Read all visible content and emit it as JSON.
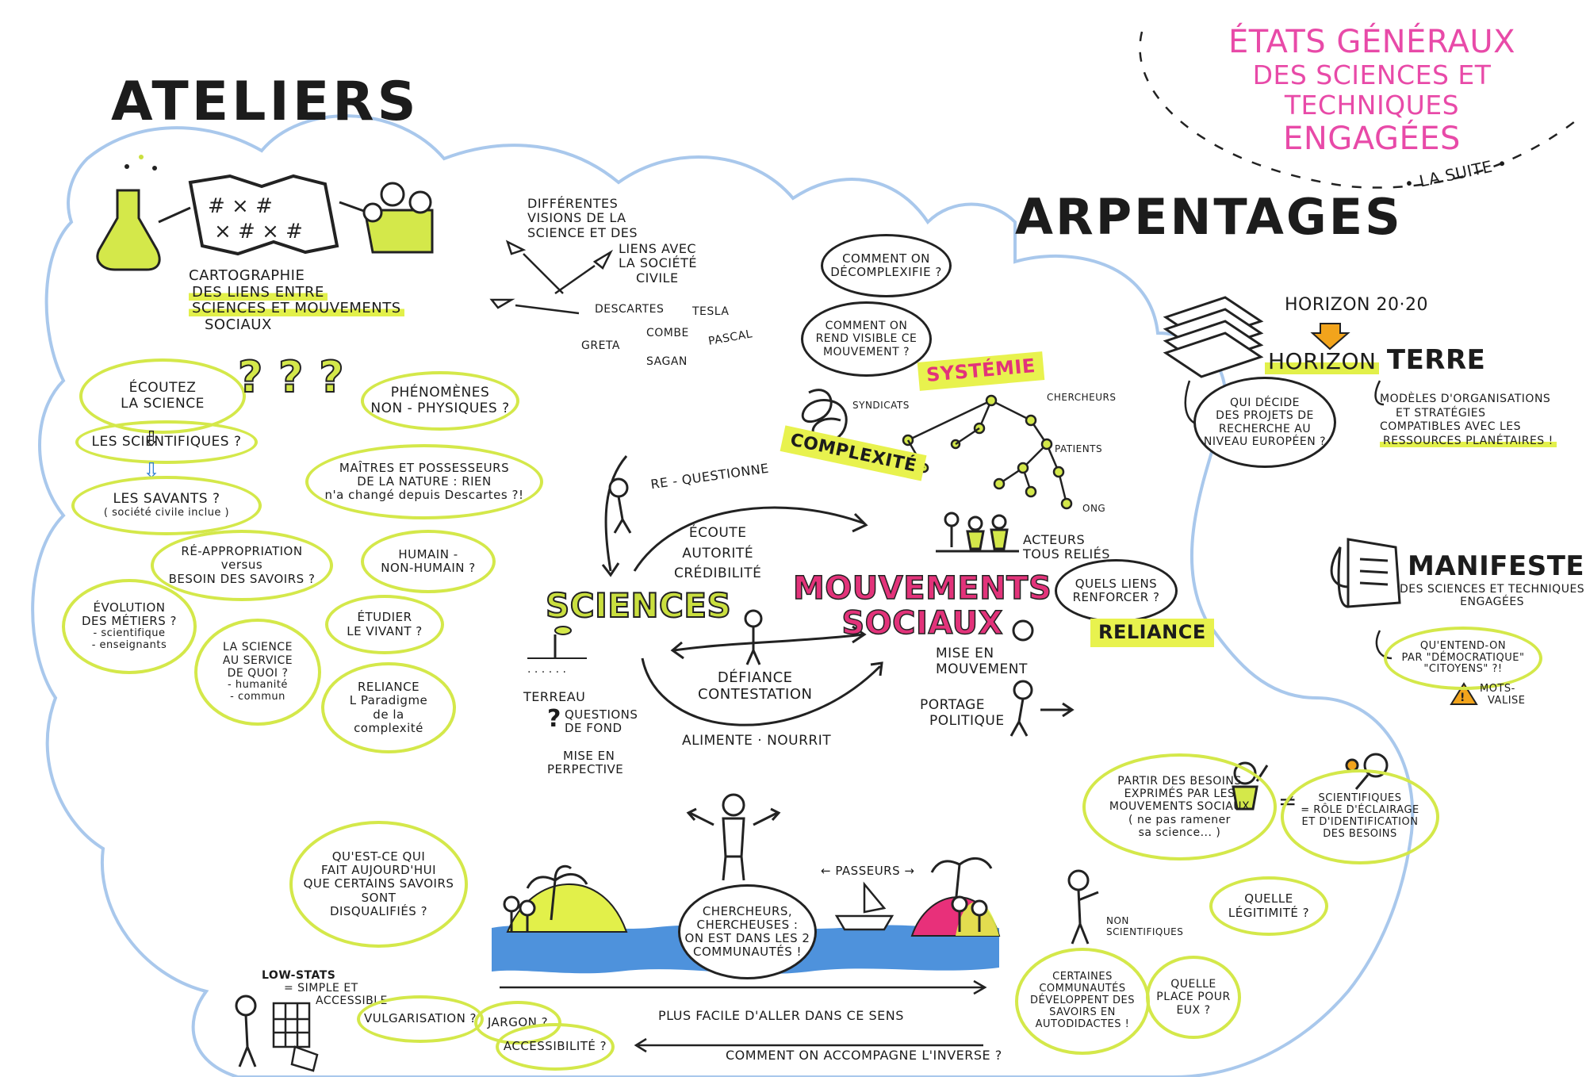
{
  "header": {
    "event_title": [
      "ÉTATS GÉNÉRAUX",
      "DES SCIENCES et TECHNIQUES",
      "ENGAGÉES"
    ],
    "la_suite": "• LA SUITE •",
    "ateliers_title": "ATELIERS",
    "arpentages_title": "ARPENTAGES"
  },
  "colors": {
    "accent_yellow": "#e2f04a",
    "title_pink": "#e84aa8",
    "movement_pink": "#e2337a",
    "sea_blue": "#2f7fd6",
    "cloud_blue": "#a9c8ec"
  },
  "ateliers": {
    "cartography_caption": [
      "CARTOGRAPHIE",
      "DES LIENS ENTRE",
      "SCIENCES et MOUVEMENTS",
      "SOCIAUX"
    ],
    "listen_science": [
      "ÉCOUTEZ",
      "LA SCIENCE"
    ],
    "scientists": "LES SCIENTIFIQUES ?",
    "savants": [
      "LES SAVANTS ?",
      "( société civile inclue )"
    ],
    "question_marks": "? ? ?",
    "phenomenes": [
      "PHÉNOMÈNES",
      "NON - PHYSIQUES ?"
    ],
    "maitres": [
      "MAÎTRES et POSSESSEURS",
      "DE LA NATURE : Rien",
      "n'a changé depuis Descartes ?!"
    ],
    "reappropriation": [
      "RÉ-APPROPRIATION",
      "versus",
      "BESOIN DES SAVOIRS ?"
    ],
    "humain": [
      "HUMAIN -",
      "NON-HUMAIN ?"
    ],
    "evolution": [
      "ÉVOLUTION",
      "DES MÉTIERS ?",
      "- scientifique",
      "- enseignants"
    ],
    "science_service": [
      "LA SCIENCE",
      "AU SERVICE",
      "DE QUOI ?",
      "- humanité",
      "- commun"
    ],
    "etudier": [
      "ÉTUDIER",
      "LE VIVANT ?"
    ],
    "reliance": [
      "RELIANCE",
      "L Paradigme",
      "de la",
      "complexité"
    ]
  },
  "visions": {
    "text": [
      "DIFFÉRENTES",
      "VISIONS DE LA",
      "SCIENCE et DES",
      "LIENS AVEC",
      "LA SOCIÉTÉ",
      "CIVILE"
    ],
    "names": [
      "DESCARTES",
      "TESLA",
      "COMBE",
      "GRETA",
      "PASCAL",
      "SAGAN"
    ]
  },
  "center": {
    "sciences": "SCIENCES",
    "mouvements": [
      "MOUVEMENTS",
      "SOCIAUX"
    ],
    "re_questionne": "RE - QUESTIONNE",
    "ecoute": [
      "ÉCOUTE",
      "AUTORITÉ",
      "CRÉDIBILITÉ"
    ],
    "defiance": [
      "DÉFIANCE",
      "CONTESTATION"
    ],
    "alimente": "ALIMENTE · NOURRIT",
    "terreau": "TERREAU",
    "questions": [
      "QUESTIONS",
      "DE FOND"
    ],
    "mise_perspective": [
      "MISE EN",
      "PERPECTIVE"
    ],
    "mise_mouvement": [
      "MISE EN",
      "MOUVEMENT"
    ],
    "portage": [
      "PORTAGE",
      "POLITIQUE"
    ]
  },
  "arpentages": {
    "decomplexifie": [
      "COMMENT ON",
      "DÉCOMPLEXIFIE ?"
    ],
    "rend_visible": [
      "COMMENT ON",
      "REND VISIBLE CE",
      "MOUVEMENT ?"
    ],
    "systemie": "SYSTÉMIE",
    "complexite": "COMPLEXITÉ",
    "network_labels": [
      "SYNDICATS",
      "CHERCHEURS",
      "PATIENTS",
      "ONG"
    ],
    "acteurs": [
      "ACTEURS",
      "TOUS RELIÉS"
    ],
    "quels_liens": [
      "QUELS LIENS",
      "RENFORCER ?"
    ],
    "reliance": "RELIANCE",
    "horizon2020": "HORIZON 20·20",
    "horizon_terre_a": "HORIZON",
    "horizon_terre_b": "TERRE",
    "qui_decide": [
      "QUI DÉCIDE",
      "DES PROJETS DE",
      "RECHERCHE AU",
      "NIVEAU EUROPÉEN ?"
    ],
    "modeles": [
      "MODÈLES D'ORGANISATIONS",
      "et STRATÉGIES",
      "COMPATIBLES AVEC LES",
      "RESSOURCES PLANÉTAIRES !"
    ],
    "manifeste": "MANIFESTE",
    "manifeste_sub": [
      "DES SCIENCES et TECHNIQUES",
      "ENGAGÉES"
    ],
    "democratique": [
      "QU'ENTEND-ON",
      "PAR \"DÉMOCRATIQUE\"",
      "\"CITOYENS\" ?!"
    ],
    "mots_valise": [
      "MOTS-",
      "VALISE"
    ]
  },
  "bottom": {
    "disqualifies": [
      "QU'EST-CE QUI",
      "FAIT AUJOURD'HUI",
      "QUE CERTAINS SAVOIRS",
      "SONT",
      "DISQUALIFIÉS ?"
    ],
    "chercheurs": [
      "CHERCHEURS,",
      "CHERCHEUSES :",
      "ON EST DANS LES 2",
      "COMMUNAUTÉS !"
    ],
    "passeurs": "← PASSEURS →",
    "plus_facile": "PLUS FACILE D'ALLER DANS CE SENS",
    "comment_inverse": "COMMENT ON ACCOMPAGNE L'INVERSE ?",
    "low_stats": [
      "LOW-STATS",
      "= SIMPLE et",
      "ACCESSIBLE"
    ],
    "vulgarisation": "VULGARISATION ?",
    "jargon": "JARGON ?",
    "accessibilite": "ACCESSIBILITÉ ?",
    "partir_besoins": [
      "PARTIR DES BESOINS",
      "EXPRIMÉS PAR LES",
      "MOUVEMENTS SOCIAUX",
      "( ne pas ramener",
      "sa science... )"
    ],
    "neq": "≠",
    "scientifiques": [
      "SCIENTIFIQUES",
      "= RÔLE D'ÉCLAIRAGE",
      "et D'IDENTIFICATION",
      "DES BESOINS"
    ],
    "legitimite": [
      "QUELLE",
      "LÉGITIMITÉ ?"
    ],
    "non_scientifiques": [
      "NON",
      "SCIENTIFIQUES"
    ],
    "communautes": [
      "CERTAINES",
      "COMMUNAUTÉS",
      "DÉVELOPPENT DES",
      "SAVOIRS EN",
      "AUTODIDACTES !"
    ],
    "quelle_place": [
      "QUELLE",
      "PLACE POUR",
      "EUX ?"
    ]
  }
}
